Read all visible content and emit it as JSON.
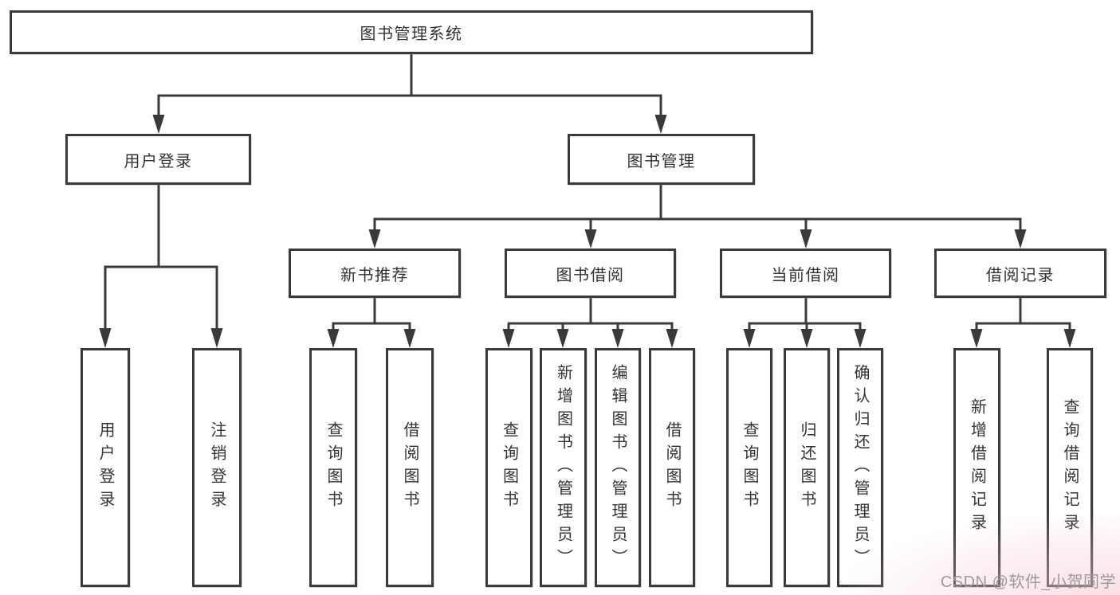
{
  "diagram_type": "tree",
  "colors": {
    "line": "#3a3a3a",
    "box_border": "#3b3b3b",
    "box_background": "#ffffff",
    "text": "#333333",
    "watermark_text": "#9b9b9b",
    "corner_tint": "#f4c6d0"
  },
  "watermark": {
    "text": "CSDN @软件_小贺同学"
  },
  "tree": {
    "label": "图书管理系统",
    "children": [
      {
        "label": "用户登录",
        "children": [
          {
            "label": "用户登录"
          },
          {
            "label": "注销登录"
          }
        ]
      },
      {
        "label": "图书管理",
        "children": [
          {
            "label": "新书推荐",
            "children": [
              {
                "label": "查询图书"
              },
              {
                "label": "借阅图书"
              }
            ]
          },
          {
            "label": "图书借阅",
            "children": [
              {
                "label": "查询图书"
              },
              {
                "label": "新增图书（管理员）"
              },
              {
                "label": "编辑图书（管理员）"
              },
              {
                "label": "借阅图书"
              }
            ]
          },
          {
            "label": "当前借阅",
            "children": [
              {
                "label": "查询图书"
              },
              {
                "label": "归还图书"
              },
              {
                "label": "确认归还（管理员）"
              }
            ]
          },
          {
            "label": "借阅记录",
            "children": [
              {
                "label": "新增借阅记录"
              },
              {
                "label": "查询借阅记录"
              }
            ]
          }
        ]
      }
    ]
  }
}
